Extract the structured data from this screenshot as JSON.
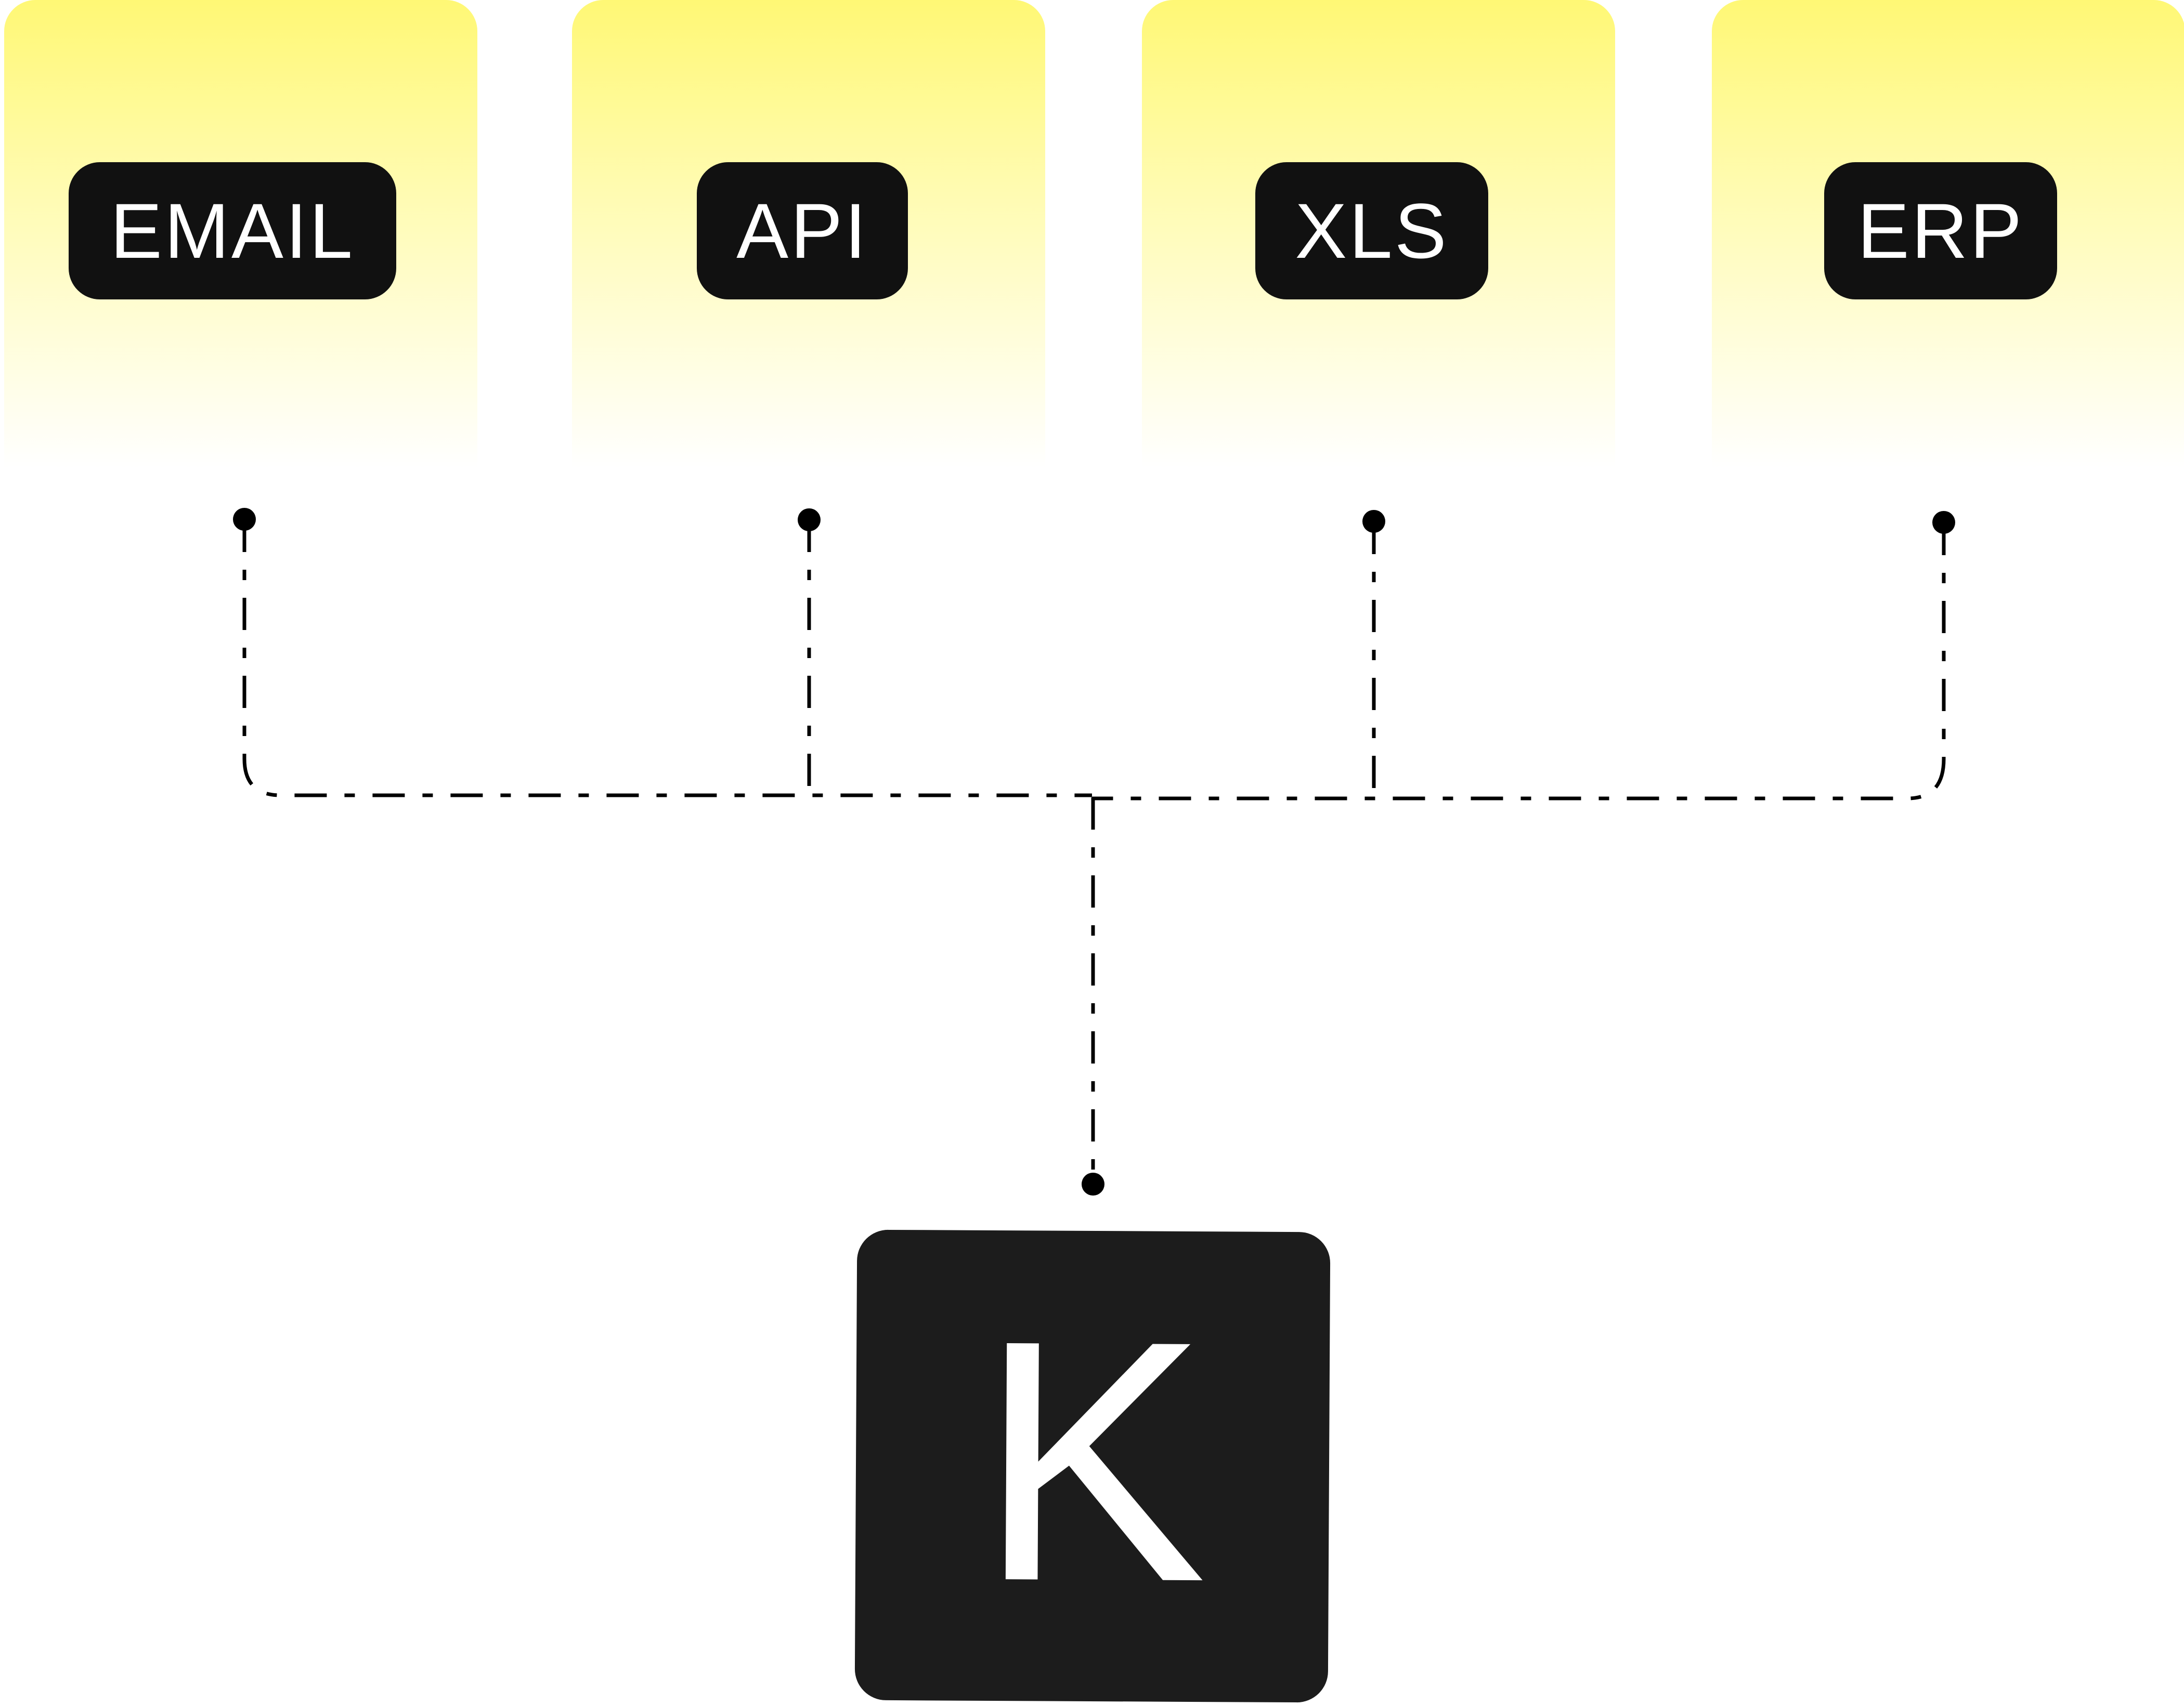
{
  "sources": [
    {
      "label": "EMAIL",
      "icon": "email-source"
    },
    {
      "label": "API",
      "icon": "api-source"
    },
    {
      "label": "XLS",
      "icon": "xls-source"
    },
    {
      "label": "ERP",
      "icon": "erp-source"
    }
  ],
  "hub": {
    "letter": "K"
  },
  "colors": {
    "card_gradient_top": "#fff875",
    "chip_bg": "#111111",
    "hub_bg": "#1c1c1c",
    "connector": "#000000"
  }
}
